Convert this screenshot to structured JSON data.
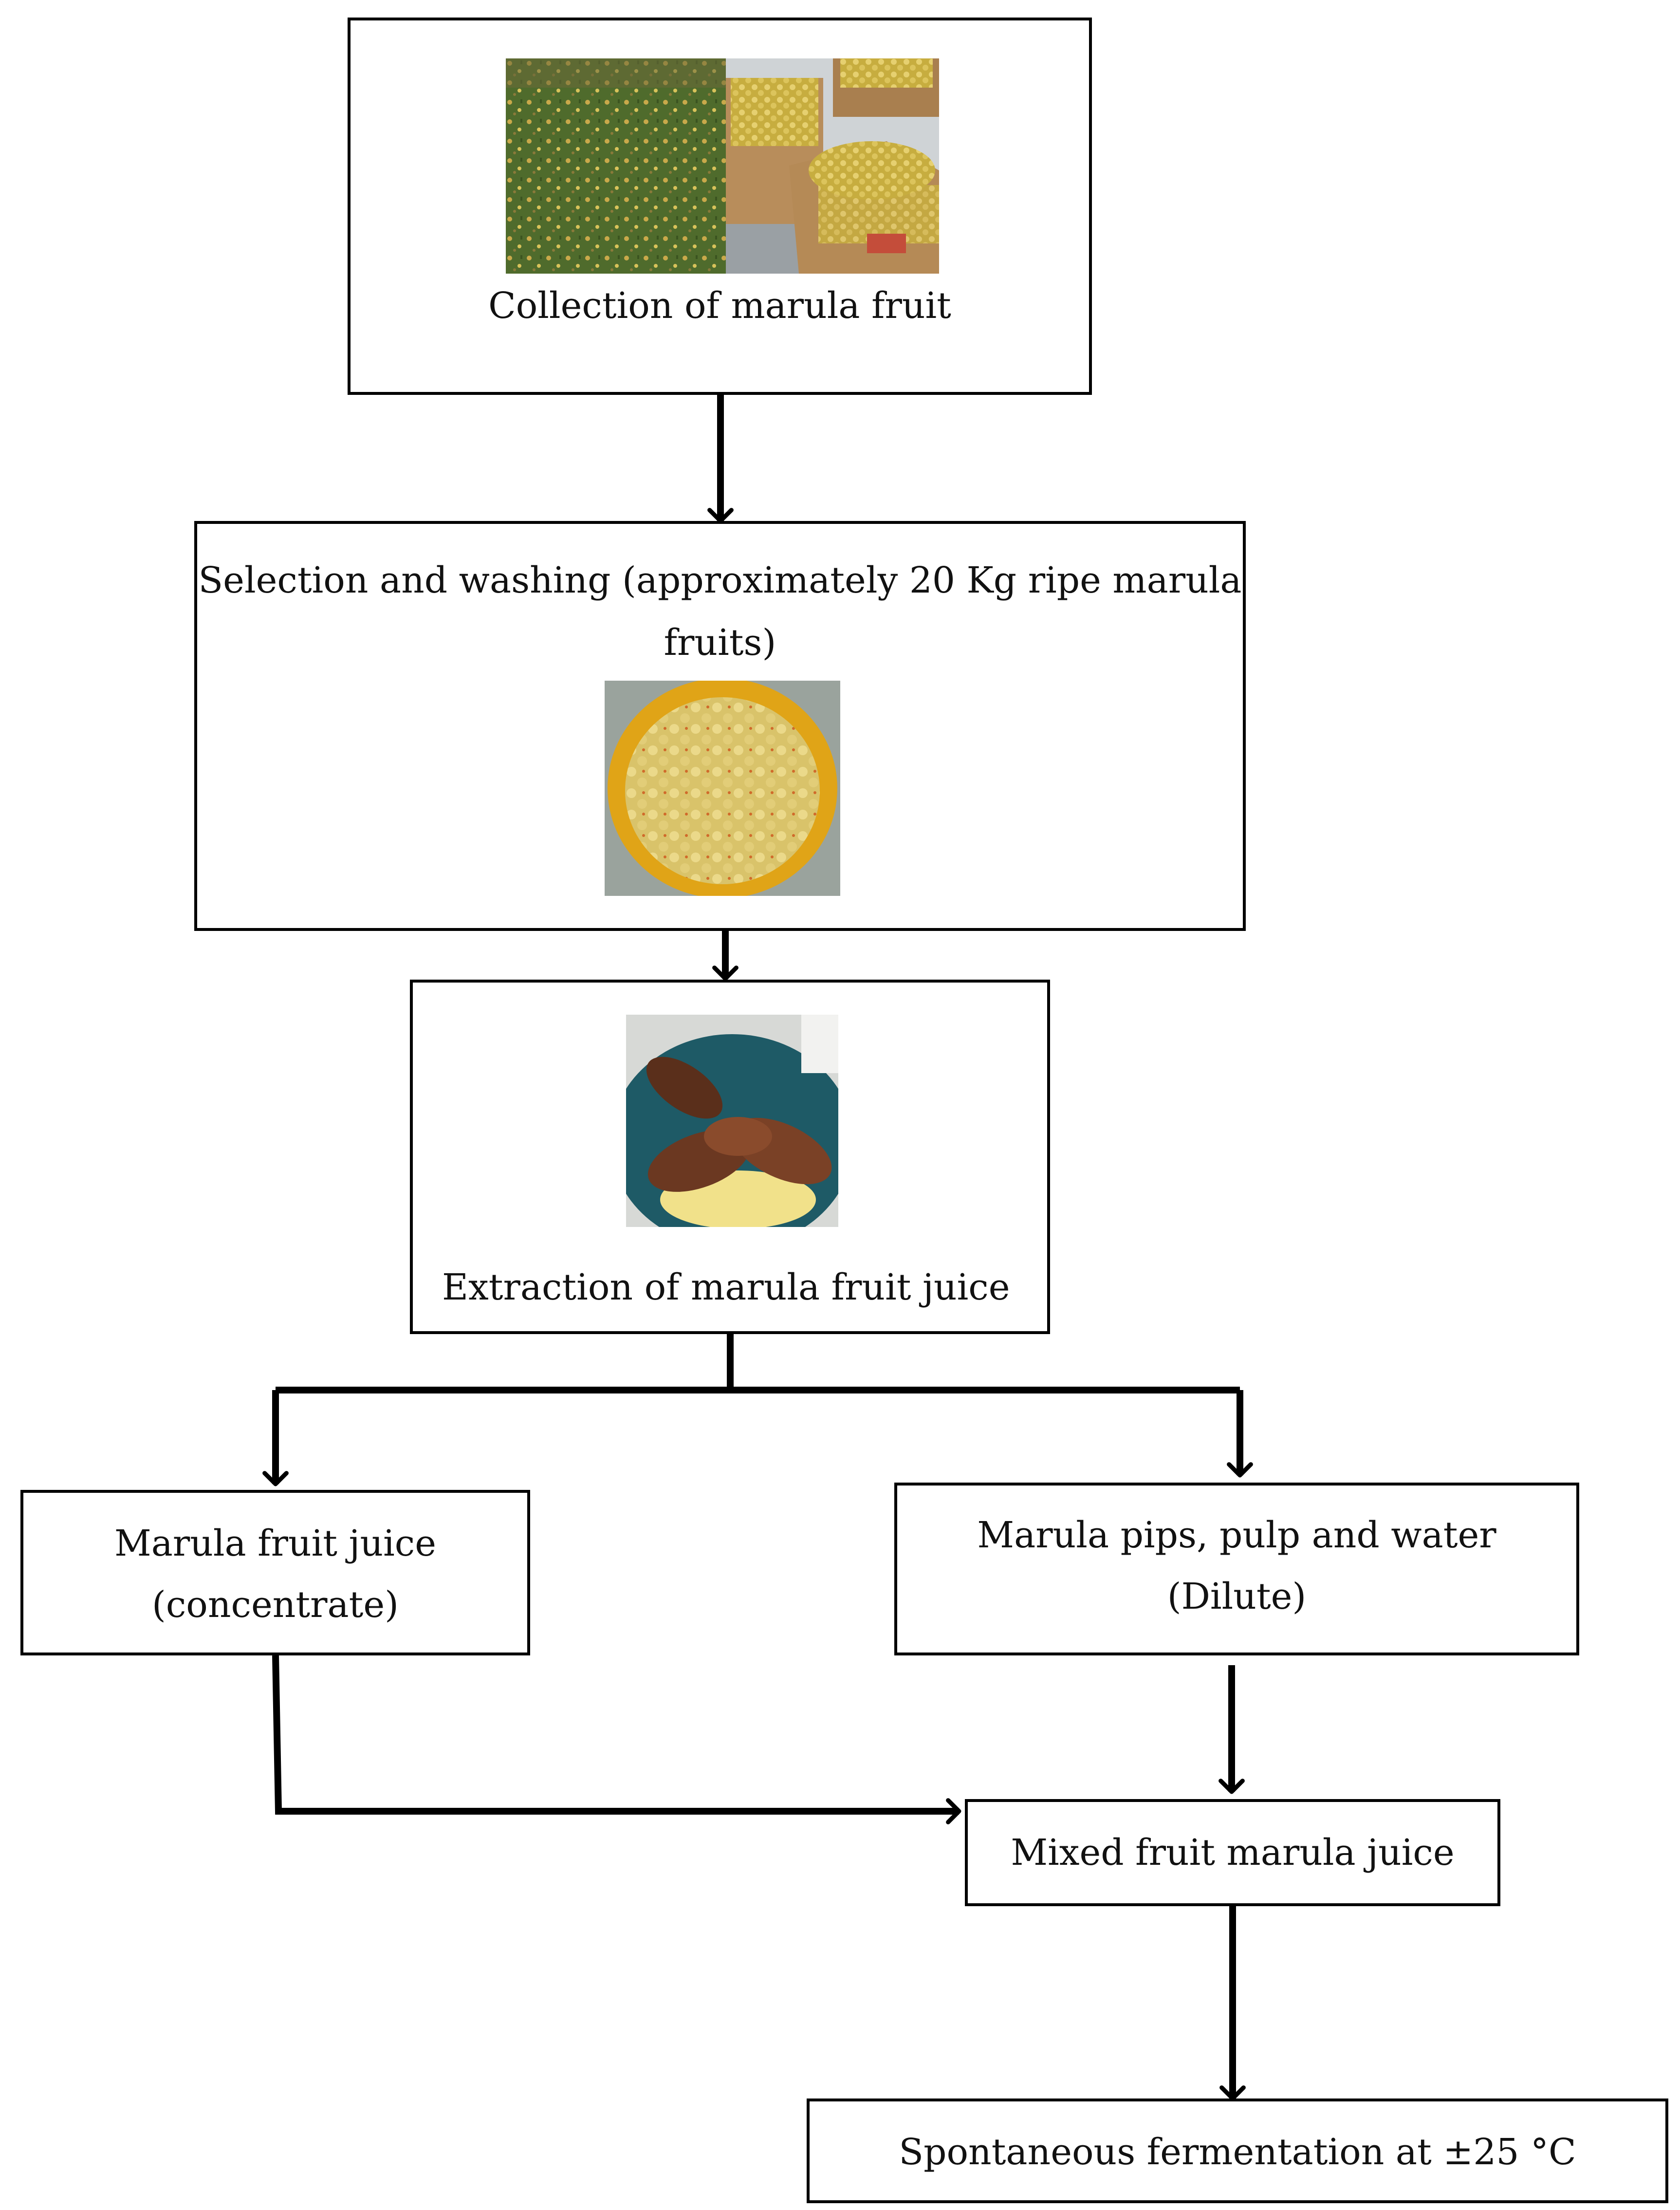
{
  "diagram": {
    "steps": [
      {
        "id": "collection",
        "label": "Collection of marula fruit"
      },
      {
        "id": "selection",
        "label_line1": "Selection and washing (approximately 20 Kg ripe marula",
        "label_line2": "fruits)"
      },
      {
        "id": "extraction",
        "label": "Extraction of marula fruit juice"
      },
      {
        "id": "concentrate",
        "label_line1": "Marula fruit juice",
        "label_line2": "(concentrate)"
      },
      {
        "id": "dilute",
        "label_line1": "Marula pips, pulp and water",
        "label_line2": "(Dilute)"
      },
      {
        "id": "mixed",
        "label": "Mixed fruit marula juice"
      },
      {
        "id": "fermentation",
        "label": "Spontaneous fermentation at ±25 °C"
      }
    ],
    "photos": {
      "orchard": "marula fruits on grass",
      "boxes": "boxes of marula fruits",
      "bucket": "bucket of washed marula fruits",
      "hands": "hands extracting juice"
    },
    "colors": {
      "line": "#000000",
      "fruit": "#d8c25a",
      "grass": "#4f6b2c",
      "bucket": "#e0a417",
      "container": "#1e5a66"
    }
  }
}
